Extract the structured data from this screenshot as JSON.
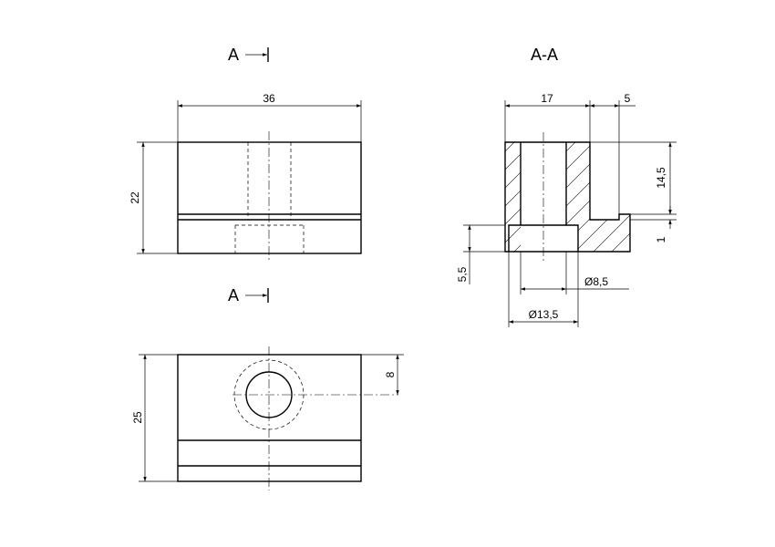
{
  "views": {
    "front_label": "A",
    "plan_label": "A",
    "section_label": "A-A"
  },
  "dimensions": {
    "width_36": "36",
    "height_22": "22",
    "depth_25": "25",
    "offset_8": "8",
    "section_17": "17",
    "section_5": "5",
    "section_14_5": "14,5",
    "section_1": "1",
    "section_5_5": "5,5",
    "bore_8_5": "Ø8,5",
    "counterbore_13_5": "Ø13,5"
  }
}
